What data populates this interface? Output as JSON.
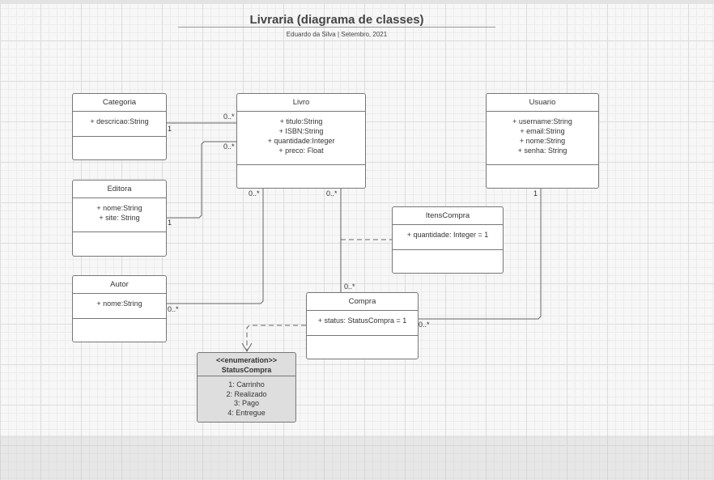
{
  "diagram": {
    "title": "Livraria (diagrama de classes)",
    "subtitle": "Eduardo da Silva  |  Setembro, 2021",
    "classes": {
      "categoria": {
        "name": "Categoria",
        "attrs": [
          "+ descricao:String"
        ]
      },
      "livro": {
        "name": "Livro",
        "attrs": [
          "+ titulo:String",
          "+ ISBN:String",
          "+ quantidade:Integer",
          "+ preco: Float"
        ]
      },
      "usuario": {
        "name": "Usuario",
        "attrs": [
          "+ username:String",
          "+ email:String",
          "+ nome:String",
          "+ senha: String"
        ]
      },
      "editora": {
        "name": "Editora",
        "attrs": [
          "+ nome:String",
          "+ site: String"
        ]
      },
      "itenscompra": {
        "name": "ItensCompra",
        "attrs": [
          "+ quantidade: Integer = 1"
        ]
      },
      "autor": {
        "name": "Autor",
        "attrs": [
          "+ nome:String"
        ]
      },
      "compra": {
        "name": "Compra",
        "attrs": [
          "+ status: StatusCompra = 1"
        ]
      }
    },
    "enumeration": {
      "stereotype": "<<enumeration>>",
      "name": "StatusCompra",
      "values": [
        "1: Carrinho",
        "2: Realizado",
        "3: Pago",
        "4: Entregue"
      ]
    },
    "multiplicities": {
      "categoria_livro_a": "1",
      "categoria_livro_b": "0..*",
      "editora_livro_a": "1",
      "editora_livro_b": "0..*",
      "autor_livro_a": "0..*",
      "autor_livro_b": "0..*",
      "livro_compra_a": "0..*",
      "livro_compra_b": "0..*",
      "usuario_compra_a": "1",
      "usuario_compra_b": "0..*"
    }
  }
}
